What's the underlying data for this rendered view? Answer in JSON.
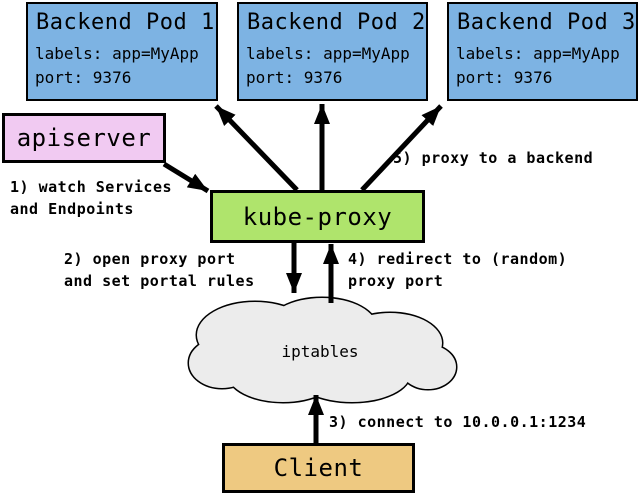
{
  "diagram": {
    "pods": [
      {
        "title": "Backend Pod 1",
        "labels_line": "labels: app=MyApp",
        "port_line": "port: 9376"
      },
      {
        "title": "Backend Pod 2",
        "labels_line": "labels: app=MyApp",
        "port_line": "port: 9376"
      },
      {
        "title": "Backend Pod 3",
        "labels_line": "labels: app=MyApp",
        "port_line": "port: 9376"
      }
    ],
    "apiserver_label": "apiserver",
    "kube_proxy_label": "kube-proxy",
    "iptables_label": "iptables",
    "client_label": "Client",
    "steps": {
      "s1": "1) watch Services\nand Endpoints",
      "s2": "2) open proxy port\nand set portal rules",
      "s3": "3) connect to 10.0.0.1:1234",
      "s4": "4) redirect to (random)\nproxy port",
      "s5": "5) proxy to a backend"
    },
    "colors": {
      "pod_fill": "#7db3e3",
      "apiserver_fill": "#f1caf2",
      "kube_proxy_fill": "#afe46c",
      "cloud_fill": "#ececec",
      "client_fill": "#eec981",
      "outline": "#000000"
    }
  }
}
